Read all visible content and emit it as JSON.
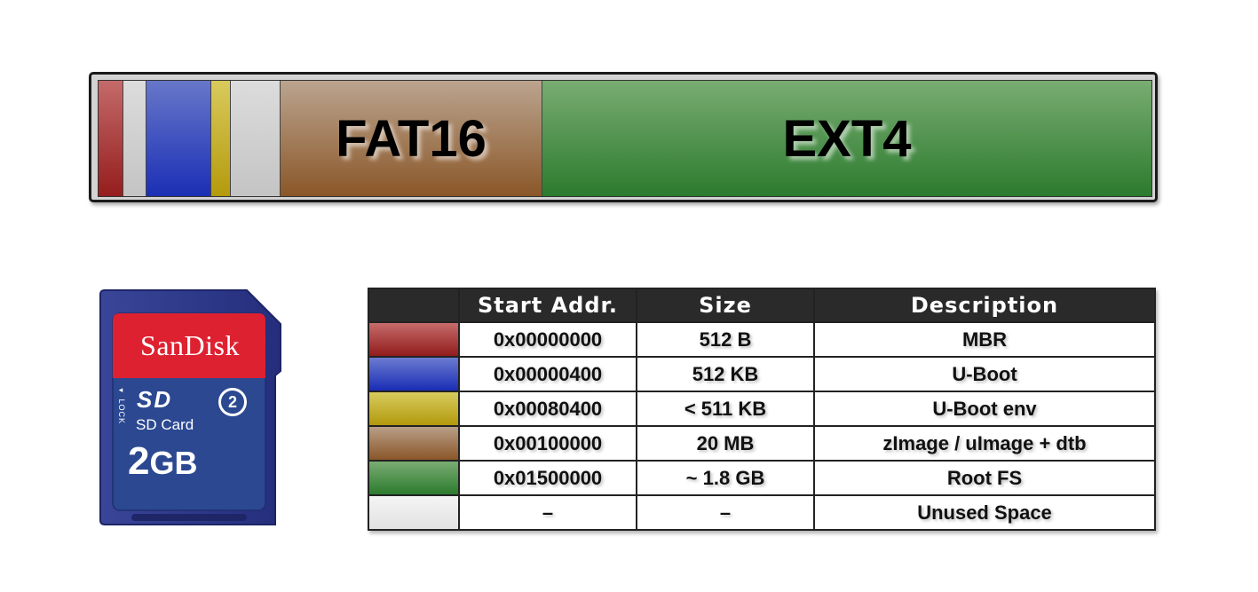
{
  "partition_bar": {
    "segments": [
      {
        "id": "mbr",
        "label": ""
      },
      {
        "id": "gap1",
        "label": ""
      },
      {
        "id": "uboot",
        "label": ""
      },
      {
        "id": "uboot-env",
        "label": ""
      },
      {
        "id": "gap2",
        "label": ""
      },
      {
        "id": "fat16",
        "label": "FAT16"
      },
      {
        "id": "ext4",
        "label": "EXT4"
      }
    ]
  },
  "sd_card": {
    "brand": "SanDisk",
    "lock_label": "◂ LOCK",
    "logo": "SD",
    "speed_class": "2",
    "type_label": "SD Card",
    "capacity_number": "2",
    "capacity_unit": "GB",
    "colors": {
      "body": "#2b3588",
      "label": "#2a4790",
      "brand_band": "#dd1f30"
    }
  },
  "table": {
    "headers": [
      "",
      "Start Addr.",
      "Size",
      "Description"
    ],
    "rows": [
      {
        "color": "#a83030",
        "swatch": "mbr",
        "start": "0x00000000",
        "size": "512 B",
        "description": "MBR"
      },
      {
        "color": "#2b3fc0",
        "swatch": "uboot",
        "start": "0x00000400",
        "size": "512 KB",
        "description": "U-Boot"
      },
      {
        "color": "#c4b22e",
        "swatch": "env",
        "start": "0x00080400",
        "size": "< 511 KB",
        "description": "U-Boot env"
      },
      {
        "color": "#9c6b45",
        "swatch": "fat",
        "start": "0x00100000",
        "size": "20 MB",
        "description": "zImage / uImage + dtb"
      },
      {
        "color": "#3d8a3c",
        "swatch": "ext",
        "start": "0x01500000",
        "size": "~ 1.8 GB",
        "description": "Root FS"
      },
      {
        "color": "#ececec",
        "swatch": "free",
        "start": "–",
        "size": "–",
        "description": "Unused Space"
      }
    ]
  }
}
